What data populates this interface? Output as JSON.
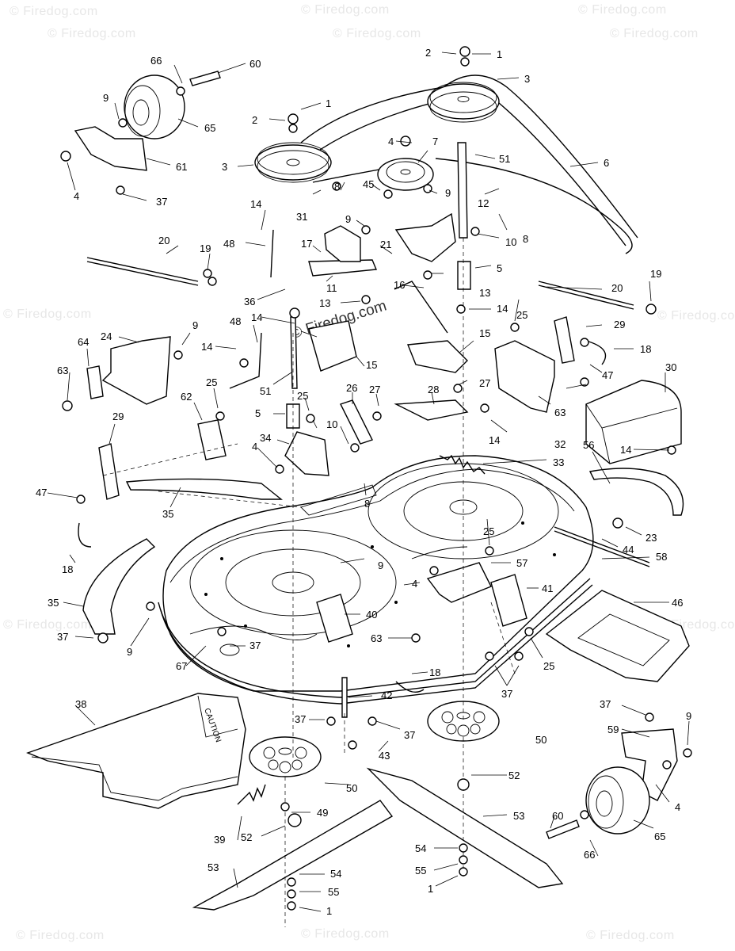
{
  "watermark": {
    "text": "© Firedog.com",
    "center_text": "© Firedog.com"
  },
  "callouts": {
    "c1a": "1",
    "c2a": "2",
    "c3a": "3",
    "c1b": "1",
    "c2b": "2",
    "c3b": "3",
    "c4a": "4",
    "c7": "7",
    "c51a": "51",
    "c6": "6",
    "c66a": "66",
    "c60a": "60",
    "c9a": "9",
    "c65a": "65",
    "c61": "61",
    "c4b": "4",
    "c37a": "37",
    "c8a": "8",
    "c45": "45",
    "c9b": "9",
    "c12": "12",
    "c8b": "8",
    "c10a": "10",
    "c31": "31",
    "c9c": "9",
    "c14a": "14",
    "c48a": "48",
    "c17": "17",
    "c21": "21",
    "c5a": "5",
    "c20a": "20",
    "c19a": "19",
    "c11": "11",
    "c16": "16",
    "c13a": "13",
    "c36": "36",
    "c13b": "13",
    "c14b": "14",
    "c20b": "20",
    "c19b": "19",
    "c25a": "25",
    "c29a": "29",
    "c18a": "18",
    "c47a": "47",
    "c64": "64",
    "c24": "24",
    "c9d": "9",
    "c48b": "48",
    "c14c": "14",
    "c14d": "14",
    "c15a": "15",
    "c15b": "15",
    "c63a": "63",
    "c51b": "51",
    "c25b": "25",
    "c26": "26",
    "c27a": "27",
    "c28": "28",
    "c27b": "27",
    "c30": "30",
    "c63b": "63",
    "c32": "32",
    "c62": "62",
    "c5b": "5",
    "c25c": "25",
    "c10b": "10",
    "c14e": "14",
    "c34": "34",
    "c4c": "4",
    "c33": "33",
    "c56": "56",
    "c14f": "14",
    "c29b": "29",
    "c47b": "47",
    "c35a": "35",
    "c8c": "8",
    "c25d": "25",
    "c23": "23",
    "c44": "44",
    "c18b": "18",
    "c9e": "9",
    "c58": "58",
    "c57": "57",
    "c4d": "4",
    "c41": "41",
    "c35b": "35",
    "c40": "40",
    "c46": "46",
    "c37b": "37",
    "c9f": "9",
    "c37c": "37",
    "c63c": "63",
    "c25e": "25",
    "c67": "67",
    "c18c": "18",
    "c37d": "37",
    "c38": "38",
    "c42": "42",
    "c37e": "37",
    "c37f": "37",
    "c43": "43",
    "c50a": "50",
    "c37g": "37",
    "c9g": "9",
    "c59": "59",
    "c52a": "52",
    "c50b": "50",
    "c4e": "4",
    "c39": "39",
    "c49": "49",
    "c52b": "52",
    "c53a": "53",
    "c60b": "60",
    "c65b": "65",
    "c54a": "54",
    "c55a": "55",
    "c1c": "1",
    "c66b": "66",
    "c53b": "53",
    "c54b": "54",
    "c55b": "55",
    "c1d": "1"
  },
  "decal_text": "CAUTION"
}
